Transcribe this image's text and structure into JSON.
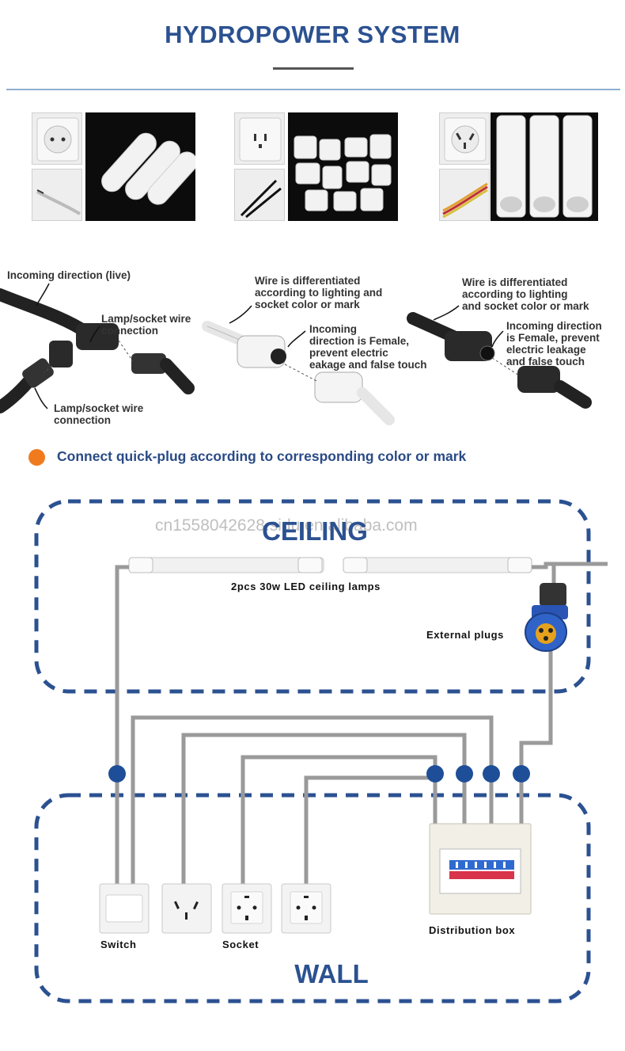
{
  "header": {
    "title": "HYDROPOWER SYSTEM"
  },
  "connector_labels": {
    "incoming_live": "Incoming direction (live)",
    "lamp_socket_1": "Lamp/socket wire\nconnection",
    "lamp_socket_2": "Lamp/socket wire\nconnection",
    "wire_diff_1": "Wire is differentiated\naccording to lighting and\nsocket color or mark",
    "incoming_female_1": "Incoming\ndirection is Female,\nprevent electric\neakage  and false touch",
    "wire_diff_2": "Wire is differentiated\naccording to lighting\nand socket color or mark",
    "incoming_female_2": "Incoming direction\nis Female, prevent\nelectric leakage\nand false touch"
  },
  "note": {
    "text": "Connect quick-plug according to corresponding color or mark"
  },
  "diagram": {
    "ceiling_label": "CEILING",
    "wall_label": "WALL",
    "lamps_label": "2pcs 30w LED ceiling lamps",
    "external_plugs_label": "External plugs",
    "switch_label": "Switch",
    "socket_label": "Socket",
    "distribution_box_label": "Distribution box",
    "watermark": "cn1558042628.sidu.en.alibaba.com"
  },
  "colors": {
    "brand_blue": "#2b5191",
    "node_blue": "#1f4e98",
    "wire_gray": "#9a9a9a",
    "accent_orange": "#f07b1f"
  }
}
